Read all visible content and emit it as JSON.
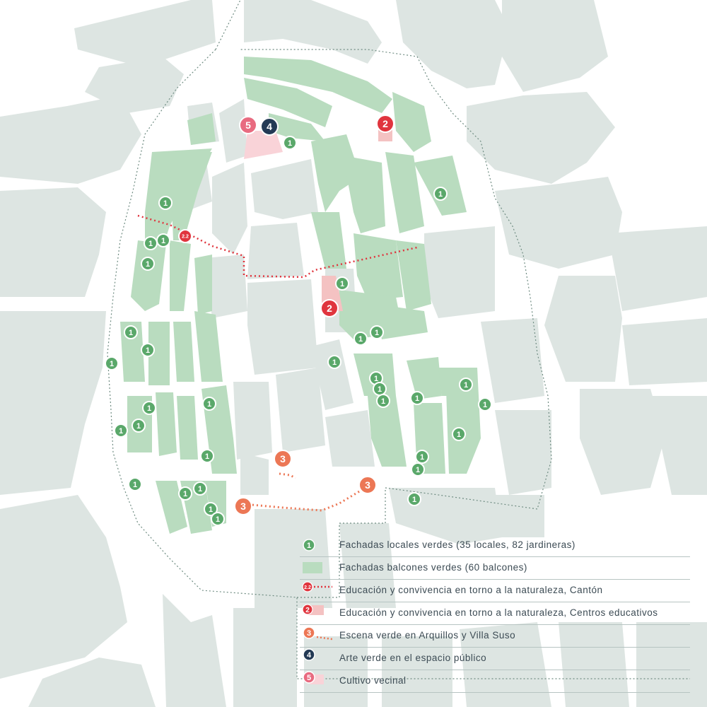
{
  "colors": {
    "building": "#dde5e2",
    "green_facade": "#b9dcbf",
    "marker_1": "#5aa86a",
    "marker_2": "#e0353e",
    "marker_3": "#ec7755",
    "marker_4": "#233a55",
    "marker_5": "#e86b80",
    "route": "#e0353e",
    "route_3": "#ec7755",
    "boundary": "#6f8c82",
    "legend_text": "#3c4b54"
  },
  "markers": {
    "type1_label": "1",
    "type2_label": "2",
    "type2_2_label": "2.2",
    "type3_label": "3",
    "type4_label": "4",
    "type5_label": "5"
  },
  "legend": [
    {
      "icon": "green-circle",
      "number": "1",
      "text": "Fachadas locales verdes (35 locales, 82 jardineras)"
    },
    {
      "icon": "green-square",
      "number": "",
      "text": "Fachadas balcones verdes (60 balcones)"
    },
    {
      "icon": "red-route",
      "number": "2.2",
      "text": "Educación y convivencia en torno a la naturaleza, Cantón"
    },
    {
      "icon": "red-circle",
      "number": "2",
      "text": "Educación y convivencia en torno a la naturaleza, Centros educativos"
    },
    {
      "icon": "orange-circle",
      "number": "3",
      "text": "Escena verde en Arquillos y Villa Suso"
    },
    {
      "icon": "navy-circle",
      "number": "4",
      "text": "Arte verde en el espacio público"
    },
    {
      "icon": "pink-circle",
      "number": "5",
      "text": "Cultivo vecinal"
    }
  ]
}
